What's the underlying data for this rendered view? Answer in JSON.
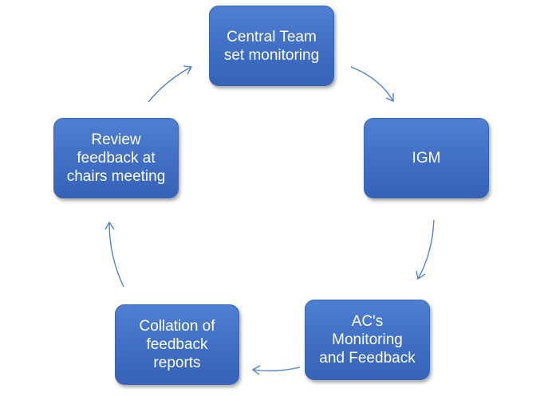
{
  "diagram": {
    "nodes": [
      {
        "id": "central",
        "label": "Central Team\nset monitoring"
      },
      {
        "id": "igm",
        "label": "IGM"
      },
      {
        "id": "ac",
        "label": "AC's\nMonitoring\nand Feedback"
      },
      {
        "id": "collate",
        "label": "Collation of\nfeedback\nreports"
      },
      {
        "id": "review",
        "label": "Review\nfeedback at\nchairs meeting"
      }
    ],
    "edges": [
      {
        "from": "central",
        "to": "igm"
      },
      {
        "from": "igm",
        "to": "ac"
      },
      {
        "from": "ac",
        "to": "collate"
      },
      {
        "from": "collate",
        "to": "review"
      },
      {
        "from": "review",
        "to": "central"
      }
    ],
    "colors": {
      "node_fill": "#4472c4",
      "node_text": "#ffffff",
      "arrow": "#4a7cc7"
    }
  }
}
